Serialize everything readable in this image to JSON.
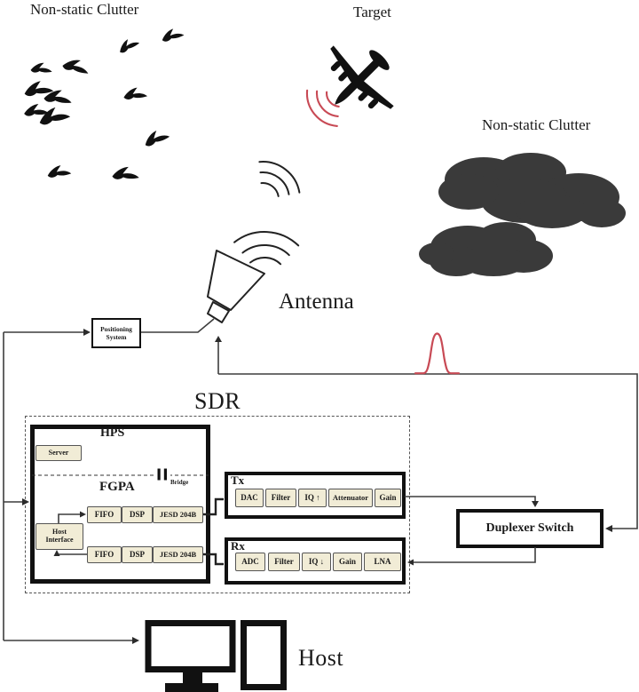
{
  "scene": {
    "clutter_left_label": "Non-static Clutter",
    "target_label": "Target",
    "clutter_right_label": "Non-static Clutter",
    "antenna_label": "Antenna",
    "sdr_title": "SDR",
    "host_label": "Host"
  },
  "positioning_system": {
    "label_line1": "Positioning",
    "label_line2": "System"
  },
  "sdr": {
    "hps": {
      "title": "HPS",
      "server_label": "Server"
    },
    "bridge_label": "Bridge",
    "fpga": {
      "title": "FGPA",
      "host_interface_line1": "Host",
      "host_interface_line2": "Interface",
      "tx_path": [
        "FIFO",
        "DSP",
        "JESD 204B"
      ],
      "rx_path": [
        "FIFO",
        "DSP",
        "JESD 204B"
      ]
    },
    "tx": {
      "title": "Tx",
      "chain": [
        "DAC",
        "Filter",
        "IQ ↑",
        "Attenuator",
        "Gain"
      ]
    },
    "rx": {
      "title": "Rx",
      "chain": [
        "ADC",
        "Filter",
        "IQ ↓",
        "Gain",
        "LNA"
      ]
    }
  },
  "duplexer": {
    "label": "Duplexer Switch"
  },
  "icons": {
    "bird_flock": "bird-flock-silhouettes",
    "aircraft": "target-aircraft-silhouette",
    "clouds": "cloud-silhouettes",
    "horn_antenna": "horn-antenna",
    "antenna_waves": "antenna-wave-arcs",
    "echo_waves": "echo-wave-arcs",
    "target_reflection": "target-reflection-arcs",
    "transmit_pulse": "transmit-pulse",
    "host_computer": "host-computer-monitor-and-tower"
  },
  "colors": {
    "ink": "#111111",
    "line": "#3d3d3d",
    "accent_red": "#c84a55",
    "module_fill": "#f1ecd6",
    "cloud_fill": "#3a3a3a"
  }
}
